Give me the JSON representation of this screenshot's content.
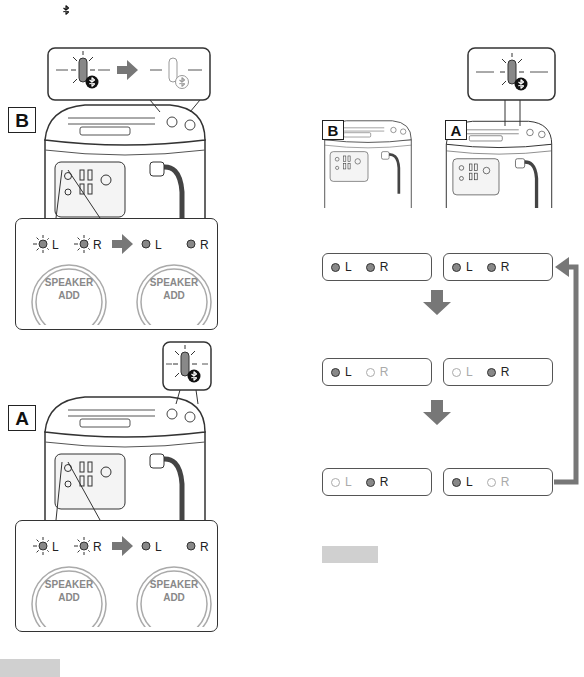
{
  "diagram": {
    "nodes": [
      {
        "text": [
          "B"
        ]
      },
      {
        "text": [
          "L",
          "R",
          "L",
          "R"
        ]
      },
      {
        "text": [
          "SPEAKER ADD"
        ],
        "in": 1
      },
      {
        "text": [
          "SPEAKER ADD"
        ],
        "in": 1
      },
      {
        "text": [
          "A"
        ]
      },
      {
        "text": [
          "L",
          "R",
          "L",
          "R"
        ]
      },
      {
        "text": [
          "SPEAKER ADD"
        ],
        "in": 5
      },
      {
        "text": [
          "SPEAKER ADD"
        ],
        "in": 5
      },
      {
        "text": [
          "B"
        ]
      },
      {
        "text": [
          "A"
        ]
      },
      {
        "text": [
          "L",
          "R"
        ]
      },
      {
        "text": [
          "L",
          "R"
        ]
      },
      {
        "text": [
          "L",
          "R"
        ]
      },
      {
        "text": [
          "L",
          "R"
        ]
      },
      {
        "text": [
          "L",
          "R"
        ]
      },
      {
        "text": [
          "L",
          "R"
        ]
      }
    ]
  }
}
